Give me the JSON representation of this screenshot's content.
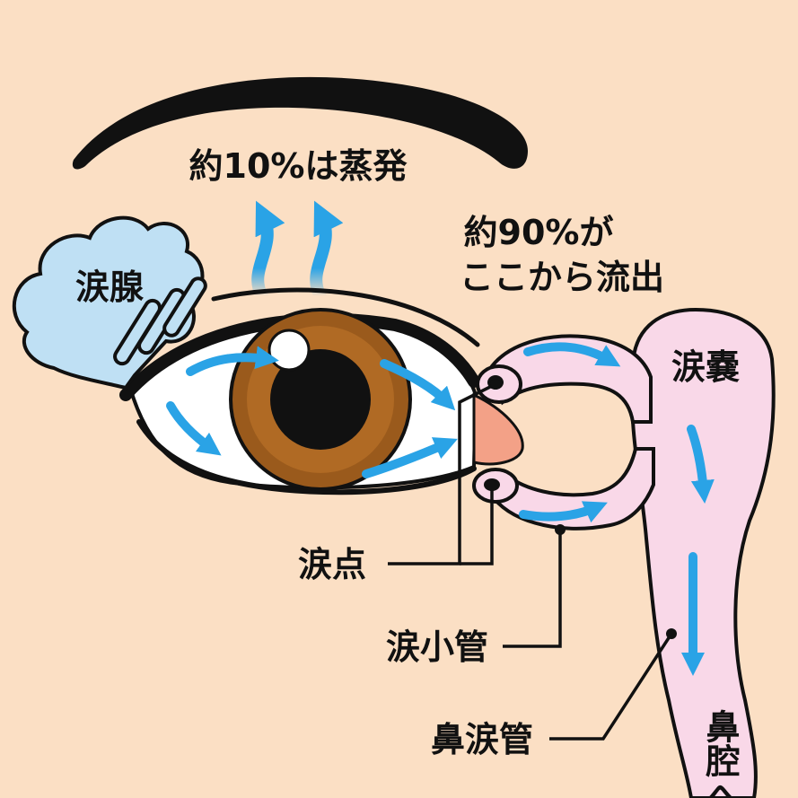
{
  "labels": {
    "evaporation": "約10%は蒸発",
    "outflow_line1": "約90%が",
    "outflow_line2": "ここから流出",
    "lacrimal_gland": "涙腺",
    "lacrimal_sac": "涙嚢",
    "lacrimal_punctum": "涙点",
    "canaliculus": "涙小管",
    "nasolacrimal_duct": "鼻涙管",
    "to_nasal_cavity": "鼻腔へ"
  },
  "colors": {
    "background": "#fbdfc4",
    "gland": "#bfe0f4",
    "duct": "#f9d8e8",
    "iris": "#9a5a1c",
    "flow_arrow": "#2aa3e6",
    "caruncle": "#f3a187"
  }
}
